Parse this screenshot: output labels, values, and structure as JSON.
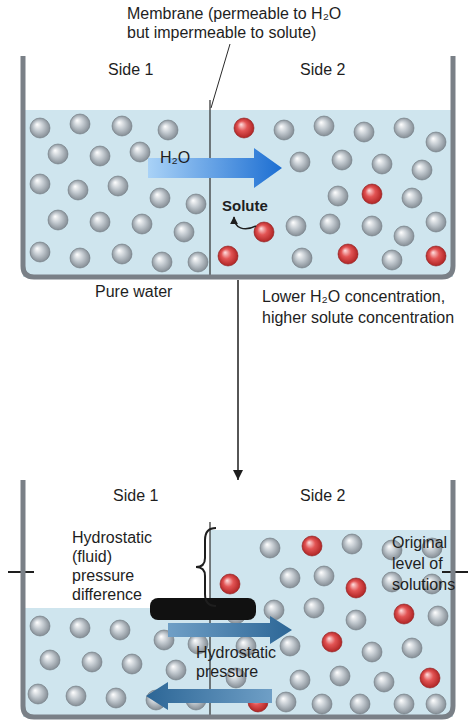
{
  "diagram": {
    "nodes": [
      {
        "text": [
          "Side 1",
          "Side 2",
          "H₂O",
          "Solute"
        ]
      },
      {
        "text": [
          "Side 1",
          "Side 2",
          "Hydrostatic (fluid) pressure difference",
          "Hydrostatic pressure"
        ]
      }
    ],
    "edges": [
      {
        "from": 0,
        "to": 1,
        "arrow": "to"
      }
    ],
    "labels": [
      "Membrane (permeable to H₂O but impermeable to solute)",
      "Pure water",
      "Lower H₂O concentration, higher solute concentration",
      "Original level of solutions"
    ]
  }
}
